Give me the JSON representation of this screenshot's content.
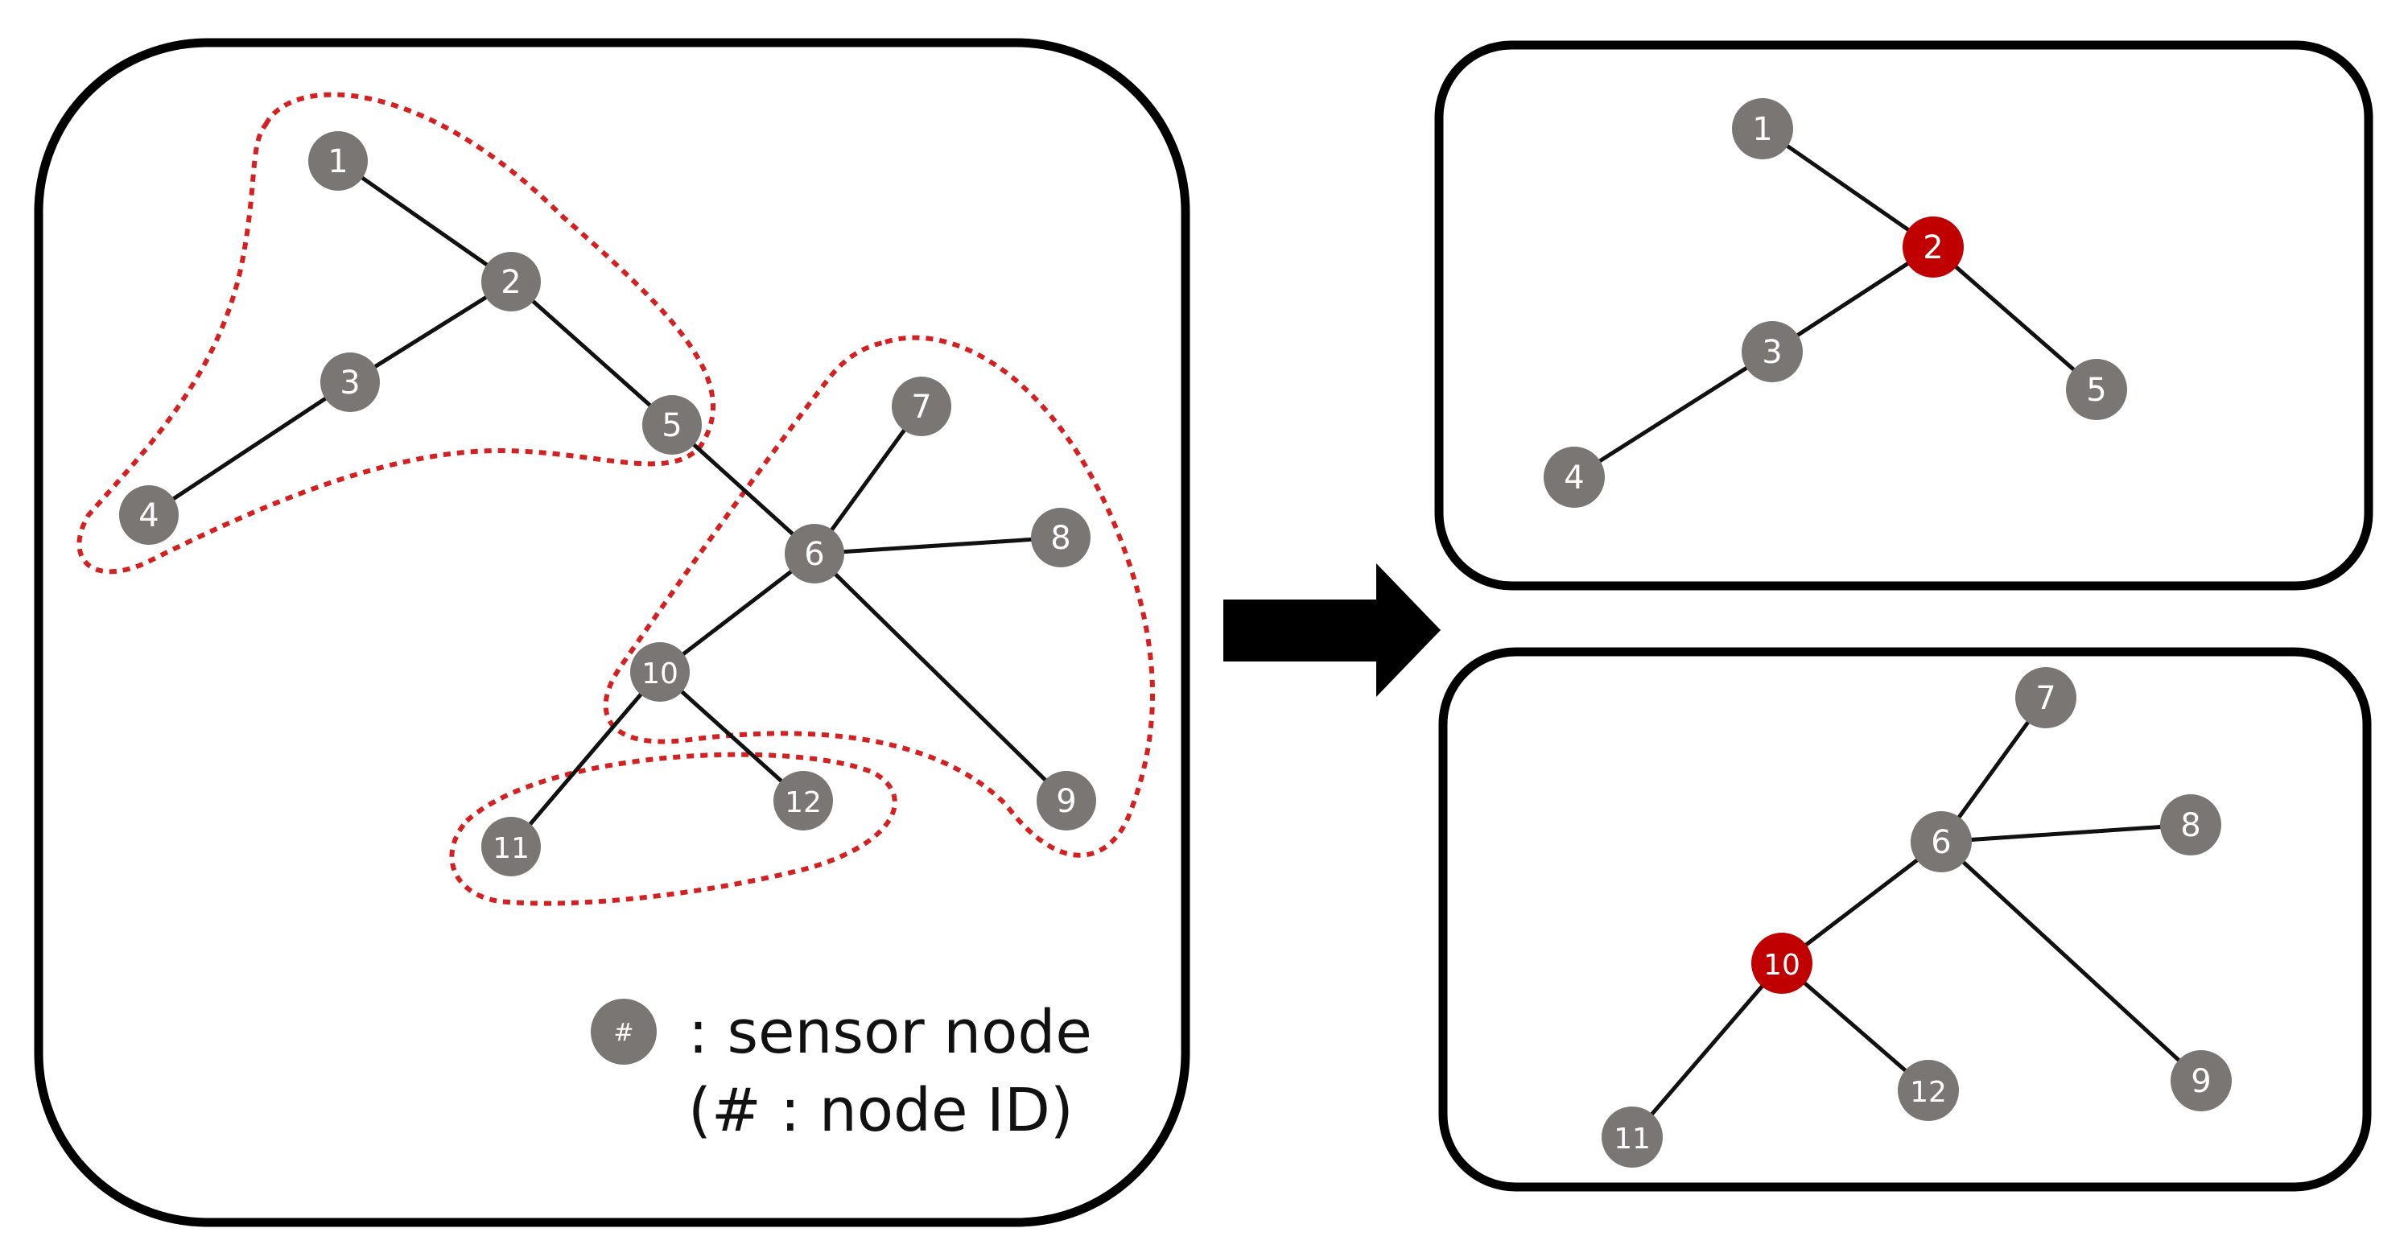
{
  "colors": {
    "node": "#7a7674",
    "highlight": "#c00000",
    "cluster_outline": "#d42020",
    "edge": "#111111",
    "panel_border": "#000000"
  },
  "legend": {
    "symbol": "#",
    "line1": ": sensor node",
    "line2": "(# : node ID)"
  },
  "network": {
    "nodes": [
      "1",
      "2",
      "3",
      "4",
      "5",
      "6",
      "7",
      "8",
      "9",
      "10",
      "11",
      "12"
    ],
    "edges": [
      [
        "1",
        "2"
      ],
      [
        "2",
        "3"
      ],
      [
        "3",
        "4"
      ],
      [
        "2",
        "5"
      ],
      [
        "5",
        "6"
      ],
      [
        "6",
        "7"
      ],
      [
        "6",
        "8"
      ],
      [
        "6",
        "9"
      ],
      [
        "6",
        "10"
      ],
      [
        "10",
        "11"
      ],
      [
        "10",
        "12"
      ]
    ],
    "clusters": [
      [
        "1",
        "2",
        "3",
        "4",
        "5"
      ],
      [
        "6",
        "7",
        "8",
        "9",
        "10"
      ],
      [
        "11",
        "12"
      ]
    ]
  },
  "result_top": {
    "nodes": [
      "1",
      "2",
      "3",
      "4",
      "5"
    ],
    "edges": [
      [
        "1",
        "2"
      ],
      [
        "2",
        "3"
      ],
      [
        "3",
        "4"
      ],
      [
        "2",
        "5"
      ]
    ],
    "highlighted": "2"
  },
  "result_bottom": {
    "nodes": [
      "6",
      "7",
      "8",
      "9",
      "10",
      "11",
      "12"
    ],
    "edges": [
      [
        "6",
        "7"
      ],
      [
        "6",
        "8"
      ],
      [
        "6",
        "9"
      ],
      [
        "6",
        "10"
      ],
      [
        "10",
        "11"
      ],
      [
        "10",
        "12"
      ]
    ],
    "highlighted": "10"
  }
}
